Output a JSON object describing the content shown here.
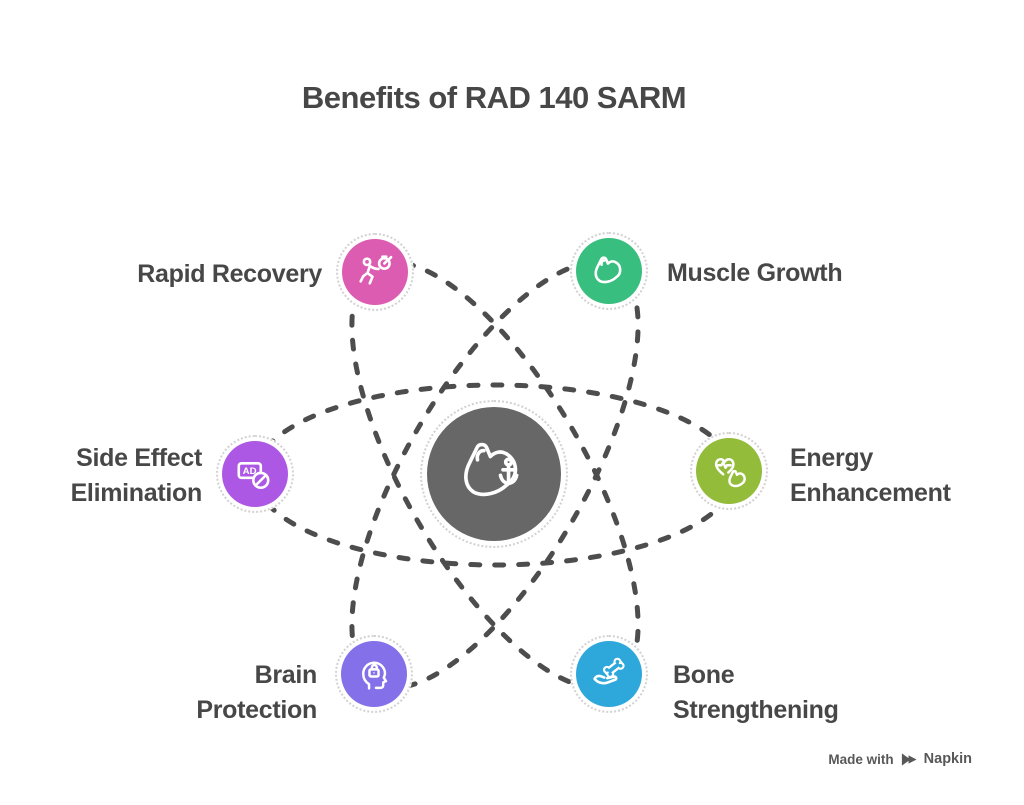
{
  "title": "Benefits of RAD 140 SARM",
  "hub": {
    "icon": "flexed-bicep-anchor",
    "color": "#676767"
  },
  "nodes": [
    {
      "label": "Rapid Recovery",
      "color": "#DC5CB2",
      "icon": "runner-with-stopwatch"
    },
    {
      "label": "Muscle Growth",
      "color": "#38BE7E",
      "icon": "flexed-bicep"
    },
    {
      "label": "Side Effect Elimination",
      "color": "#AC58E4",
      "icon": "ad-block"
    },
    {
      "label": "Energy Enhancement",
      "color": "#93BC3B",
      "icon": "heart-pulse-bicep"
    },
    {
      "label": "Brain Protection",
      "color": "#8470E8",
      "icon": "head-with-lock"
    },
    {
      "label": "Bone Strengthening",
      "color": "#2EA7DB",
      "icon": "hand-with-bone"
    }
  ],
  "orbit": {
    "dash_color": "#4D4D4D",
    "ring_color": "#D2D2D2"
  },
  "footer": {
    "made_with": "Made with",
    "brand": "Napkin"
  }
}
